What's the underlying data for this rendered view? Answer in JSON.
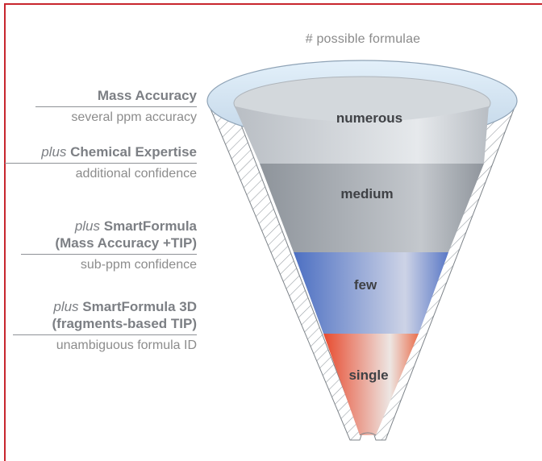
{
  "caption": "# possible formulae",
  "stages": [
    {
      "prefix": "",
      "title": "Mass Accuracy",
      "subtitle": "several ppm accuracy"
    },
    {
      "prefix": "plus",
      "title": "Chemical Expertise",
      "subtitle": "additional confidence"
    },
    {
      "prefix": "plus",
      "title": "SmartFormula",
      "title2": "(Mass Accuracy +TIP)",
      "subtitle": "sub-ppm confidence"
    },
    {
      "prefix": "plus",
      "title": "SmartFormula 3D",
      "title2": "(fragments-based TIP)",
      "subtitle": "unambiguous formula ID"
    }
  ],
  "bands": [
    {
      "label": "numerous",
      "color": "#c9cdd1"
    },
    {
      "label": "medium",
      "color": "#a3a8ae"
    },
    {
      "label": "few",
      "color": "#6f86c6"
    },
    {
      "label": "single",
      "color": "#e8744d"
    }
  ],
  "colors": {
    "frame": "#c8262e",
    "text": "#8c8c8c"
  }
}
